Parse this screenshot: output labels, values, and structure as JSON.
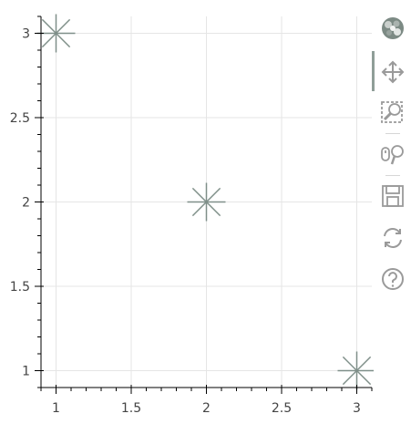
{
  "chart_data": {
    "type": "scatter",
    "marker": "asterisk",
    "marker_color": "#7f8f89",
    "x": [
      1,
      2,
      3
    ],
    "y": [
      3,
      2,
      1
    ],
    "xlim": [
      0.9,
      3.1
    ],
    "ylim": [
      0.9,
      3.1
    ],
    "xticks": [
      1,
      1.5,
      2,
      2.5,
      3
    ],
    "yticks": [
      1,
      1.5,
      2,
      2.5,
      3
    ],
    "xtick_labels": [
      "1",
      "1.5",
      "2",
      "2.5",
      "3"
    ],
    "ytick_labels": [
      "1",
      "1.5",
      "2",
      "2.5",
      "3"
    ],
    "grid": true,
    "grid_color": "#e5e5e5",
    "axis_color": "#000000"
  },
  "toolbar": {
    "tools": [
      {
        "name": "bokeh-logo",
        "icon": "bokeh-logo-icon"
      },
      {
        "name": "pan-tool",
        "icon": "pan-icon",
        "active": true
      },
      {
        "name": "box-zoom-tool",
        "icon": "box-zoom-icon"
      },
      {
        "name": "wheel-zoom-tool",
        "icon": "wheel-zoom-icon"
      },
      {
        "name": "save-tool",
        "icon": "save-icon"
      },
      {
        "name": "reset-tool",
        "icon": "reset-icon"
      },
      {
        "name": "help-tool",
        "icon": "help-icon"
      }
    ],
    "icon_color": "#9a9a9a",
    "active_color": "#8f9e98"
  }
}
